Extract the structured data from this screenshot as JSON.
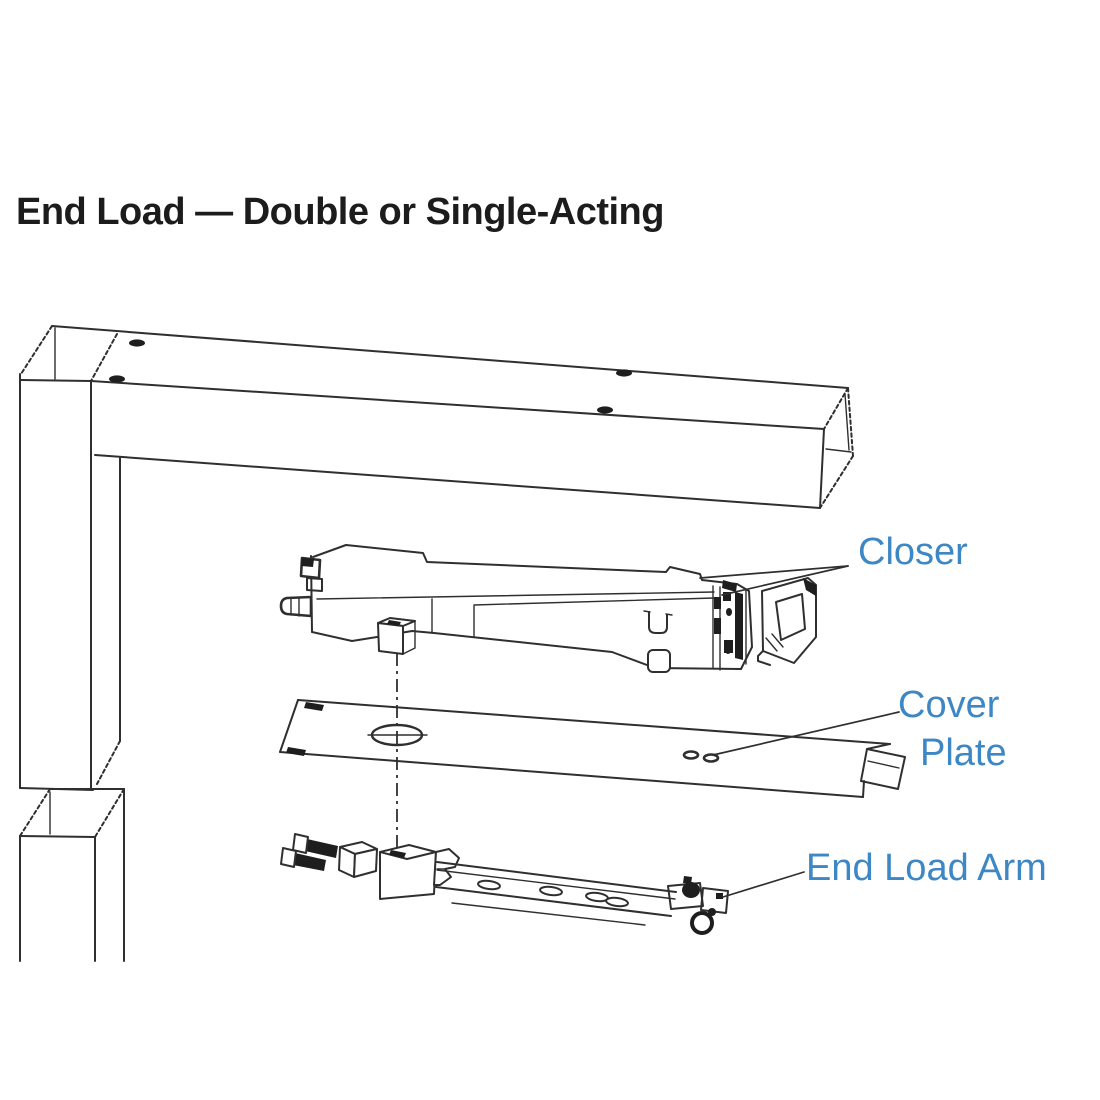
{
  "colors": {
    "bg": "#ffffff",
    "line-dark": "#2f2f2f",
    "fill-dark": "#1e1e1e",
    "label-blue": "#3d87c5",
    "title-color": "#1c1c1c"
  },
  "title": {
    "text": "End Load — Double or Single-Acting"
  },
  "labels": {
    "closer": "Closer",
    "cover_plate_line1": "Cover",
    "cover_plate_line2": "Plate",
    "end_load_arm": "End Load Arm"
  }
}
